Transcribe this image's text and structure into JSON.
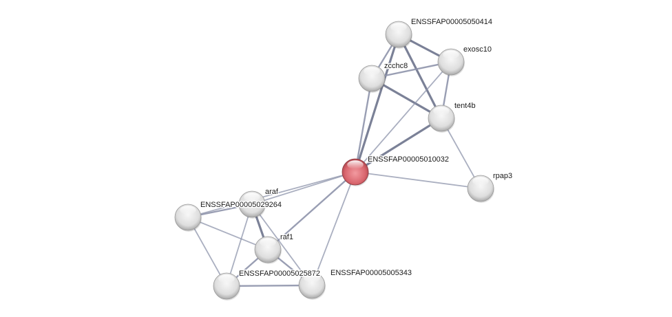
{
  "network": {
    "query_node": "ENSSFAP00005010032",
    "colors": {
      "query_node": "#d9666e",
      "other_node": "#e4e4e4",
      "edge": "#8e94ab",
      "edge_strong": "#6d738c"
    },
    "nodes": [
      {
        "id": "ENSSFAP00005050414",
        "label": "ENSSFAP00005050414",
        "query": false
      },
      {
        "id": "exosc10",
        "label": "exosc10",
        "query": false
      },
      {
        "id": "zcchc8",
        "label": "zcchc8",
        "query": false
      },
      {
        "id": "tent4b",
        "label": "tent4b",
        "query": false
      },
      {
        "id": "ENSSFAP00005010032",
        "label": "ENSSFAP00005010032",
        "query": true
      },
      {
        "id": "rpap3",
        "label": "rpap3",
        "query": false
      },
      {
        "id": "araf",
        "label": "araf",
        "query": false
      },
      {
        "id": "ENSSFAP00005029264",
        "label": "ENSSFAP00005029264",
        "query": false
      },
      {
        "id": "raf1",
        "label": "raf1",
        "query": false
      },
      {
        "id": "ENSSFAP00005025872",
        "label": "ENSSFAP00005025872",
        "query": false
      },
      {
        "id": "ENSSFAP00005005343",
        "label": "ENSSFAP00005005343",
        "query": false
      }
    ],
    "edges": [
      {
        "source": "ENSSFAP00005050414",
        "target": "exosc10",
        "strength": "strong"
      },
      {
        "source": "ENSSFAP00005050414",
        "target": "zcchc8",
        "strength": "medium"
      },
      {
        "source": "ENSSFAP00005050414",
        "target": "tent4b",
        "strength": "strong"
      },
      {
        "source": "ENSSFAP00005050414",
        "target": "ENSSFAP00005010032",
        "strength": "strong"
      },
      {
        "source": "zcchc8",
        "target": "exosc10",
        "strength": "medium"
      },
      {
        "source": "zcchc8",
        "target": "tent4b",
        "strength": "strong"
      },
      {
        "source": "zcchc8",
        "target": "ENSSFAP00005010032",
        "strength": "medium"
      },
      {
        "source": "exosc10",
        "target": "tent4b",
        "strength": "medium"
      },
      {
        "source": "exosc10",
        "target": "ENSSFAP00005010032",
        "strength": "weak"
      },
      {
        "source": "tent4b",
        "target": "ENSSFAP00005010032",
        "strength": "strong"
      },
      {
        "source": "tent4b",
        "target": "rpap3",
        "strength": "weak"
      },
      {
        "source": "ENSSFAP00005010032",
        "target": "rpap3",
        "strength": "weak"
      },
      {
        "source": "ENSSFAP00005010032",
        "target": "araf",
        "strength": "weak"
      },
      {
        "source": "ENSSFAP00005010032",
        "target": "ENSSFAP00005029264",
        "strength": "weak"
      },
      {
        "source": "ENSSFAP00005010032",
        "target": "raf1",
        "strength": "medium"
      },
      {
        "source": "ENSSFAP00005010032",
        "target": "ENSSFAP00005005343",
        "strength": "weak"
      },
      {
        "source": "ENSSFAP00005029264",
        "target": "araf",
        "strength": "medium"
      },
      {
        "source": "ENSSFAP00005029264",
        "target": "raf1",
        "strength": "weak"
      },
      {
        "source": "ENSSFAP00005029264",
        "target": "ENSSFAP00005025872",
        "strength": "weak"
      },
      {
        "source": "araf",
        "target": "raf1",
        "strength": "strong"
      },
      {
        "source": "araf",
        "target": "ENSSFAP00005025872",
        "strength": "weak"
      },
      {
        "source": "araf",
        "target": "ENSSFAP00005005343",
        "strength": "weak"
      },
      {
        "source": "raf1",
        "target": "ENSSFAP00005025872",
        "strength": "medium"
      },
      {
        "source": "raf1",
        "target": "ENSSFAP00005005343",
        "strength": "medium"
      },
      {
        "source": "ENSSFAP00005025872",
        "target": "ENSSFAP00005005343",
        "strength": "medium"
      }
    ]
  }
}
